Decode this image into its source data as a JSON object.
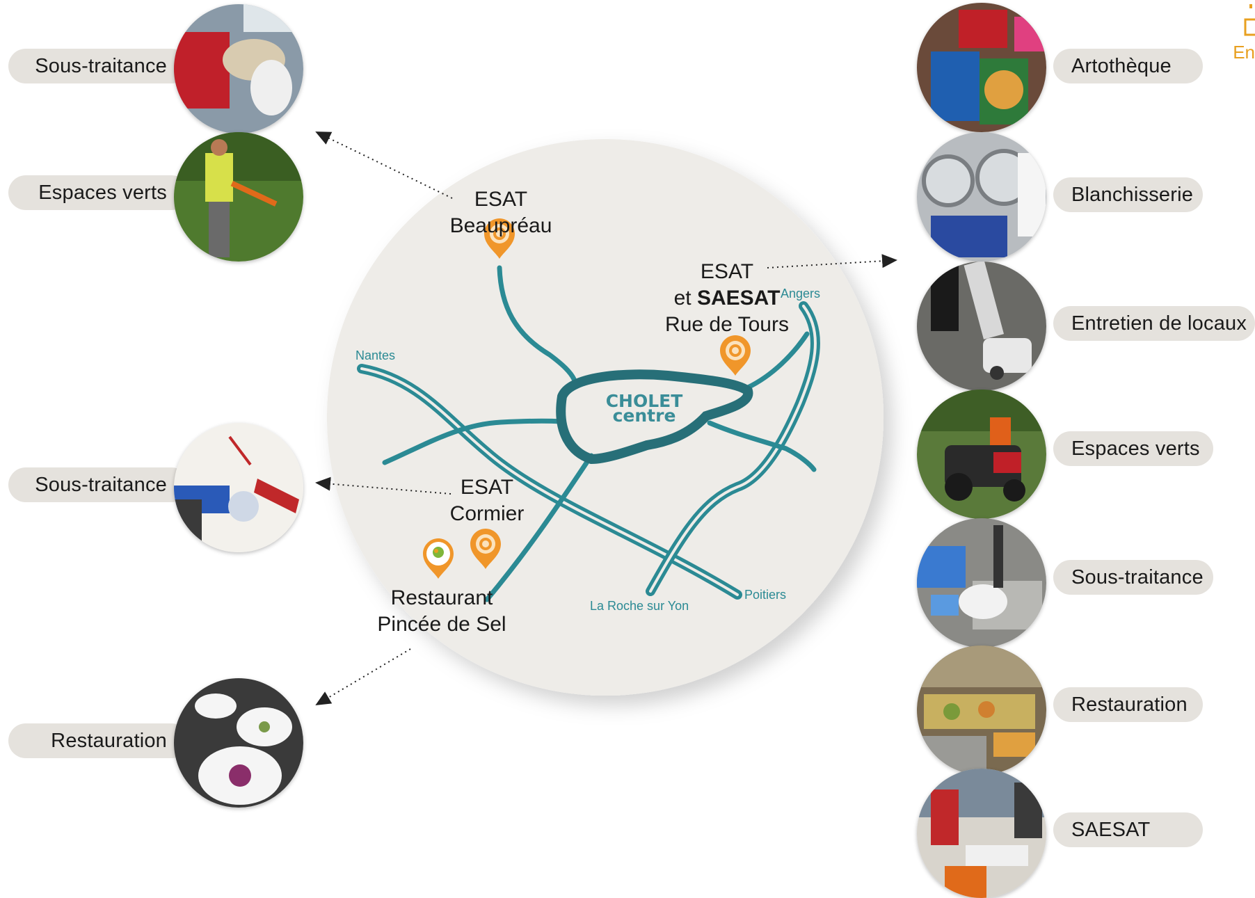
{
  "left_items": [
    {
      "label": "Sous-traitance",
      "photo_icon": "gloved-hands-sorting-photo"
    },
    {
      "label": "Espaces verts",
      "photo_icon": "gardener-trimmer-photo"
    },
    {
      "label": "Sous-traitance",
      "photo_icon": "assembly-table-photo"
    },
    {
      "label": "Restauration",
      "photo_icon": "plated-dishes-photo"
    }
  ],
  "right_items": [
    {
      "label": "Artothèque",
      "photo_icon": "paintings-photo"
    },
    {
      "label": "Blanchisserie",
      "photo_icon": "laundry-machines-photo"
    },
    {
      "label": "Entretien de locaux",
      "photo_icon": "floor-scrubber-photo"
    },
    {
      "label": "Espaces verts",
      "photo_icon": "ride-on-mower-photo"
    },
    {
      "label": "Sous-traitance",
      "photo_icon": "packaging-photo"
    },
    {
      "label": "Restauration",
      "photo_icon": "food-counter-photo"
    },
    {
      "label": "SAESAT",
      "photo_icon": "workshop-room-photo"
    }
  ],
  "map": {
    "center_line1": "CHOLET",
    "center_line2": "centre",
    "esat_beaupreau": {
      "line1": "ESAT",
      "line2": "Beaupréau"
    },
    "esat_tours": {
      "line1": "ESAT",
      "line2_prefix": "et ",
      "line2_bold": "SAESAT",
      "line3": "Rue de Tours"
    },
    "esat_cormier": {
      "line1": "ESAT",
      "line2": "Cormier"
    },
    "restaurant": {
      "line1": "Restaurant",
      "line2": "Pincée de Sel"
    },
    "roads": {
      "nantes": "Nantes",
      "angers": "Angers",
      "poitiers": "Poitiers",
      "la_roche": "La Roche sur Yon"
    }
  },
  "corner_text": "En",
  "colors": {
    "map_bg": "#eeece8",
    "road": "#2b8a94",
    "pin": "#f0962a",
    "pill": "#e5e2dd",
    "accent": "#e8a020"
  }
}
